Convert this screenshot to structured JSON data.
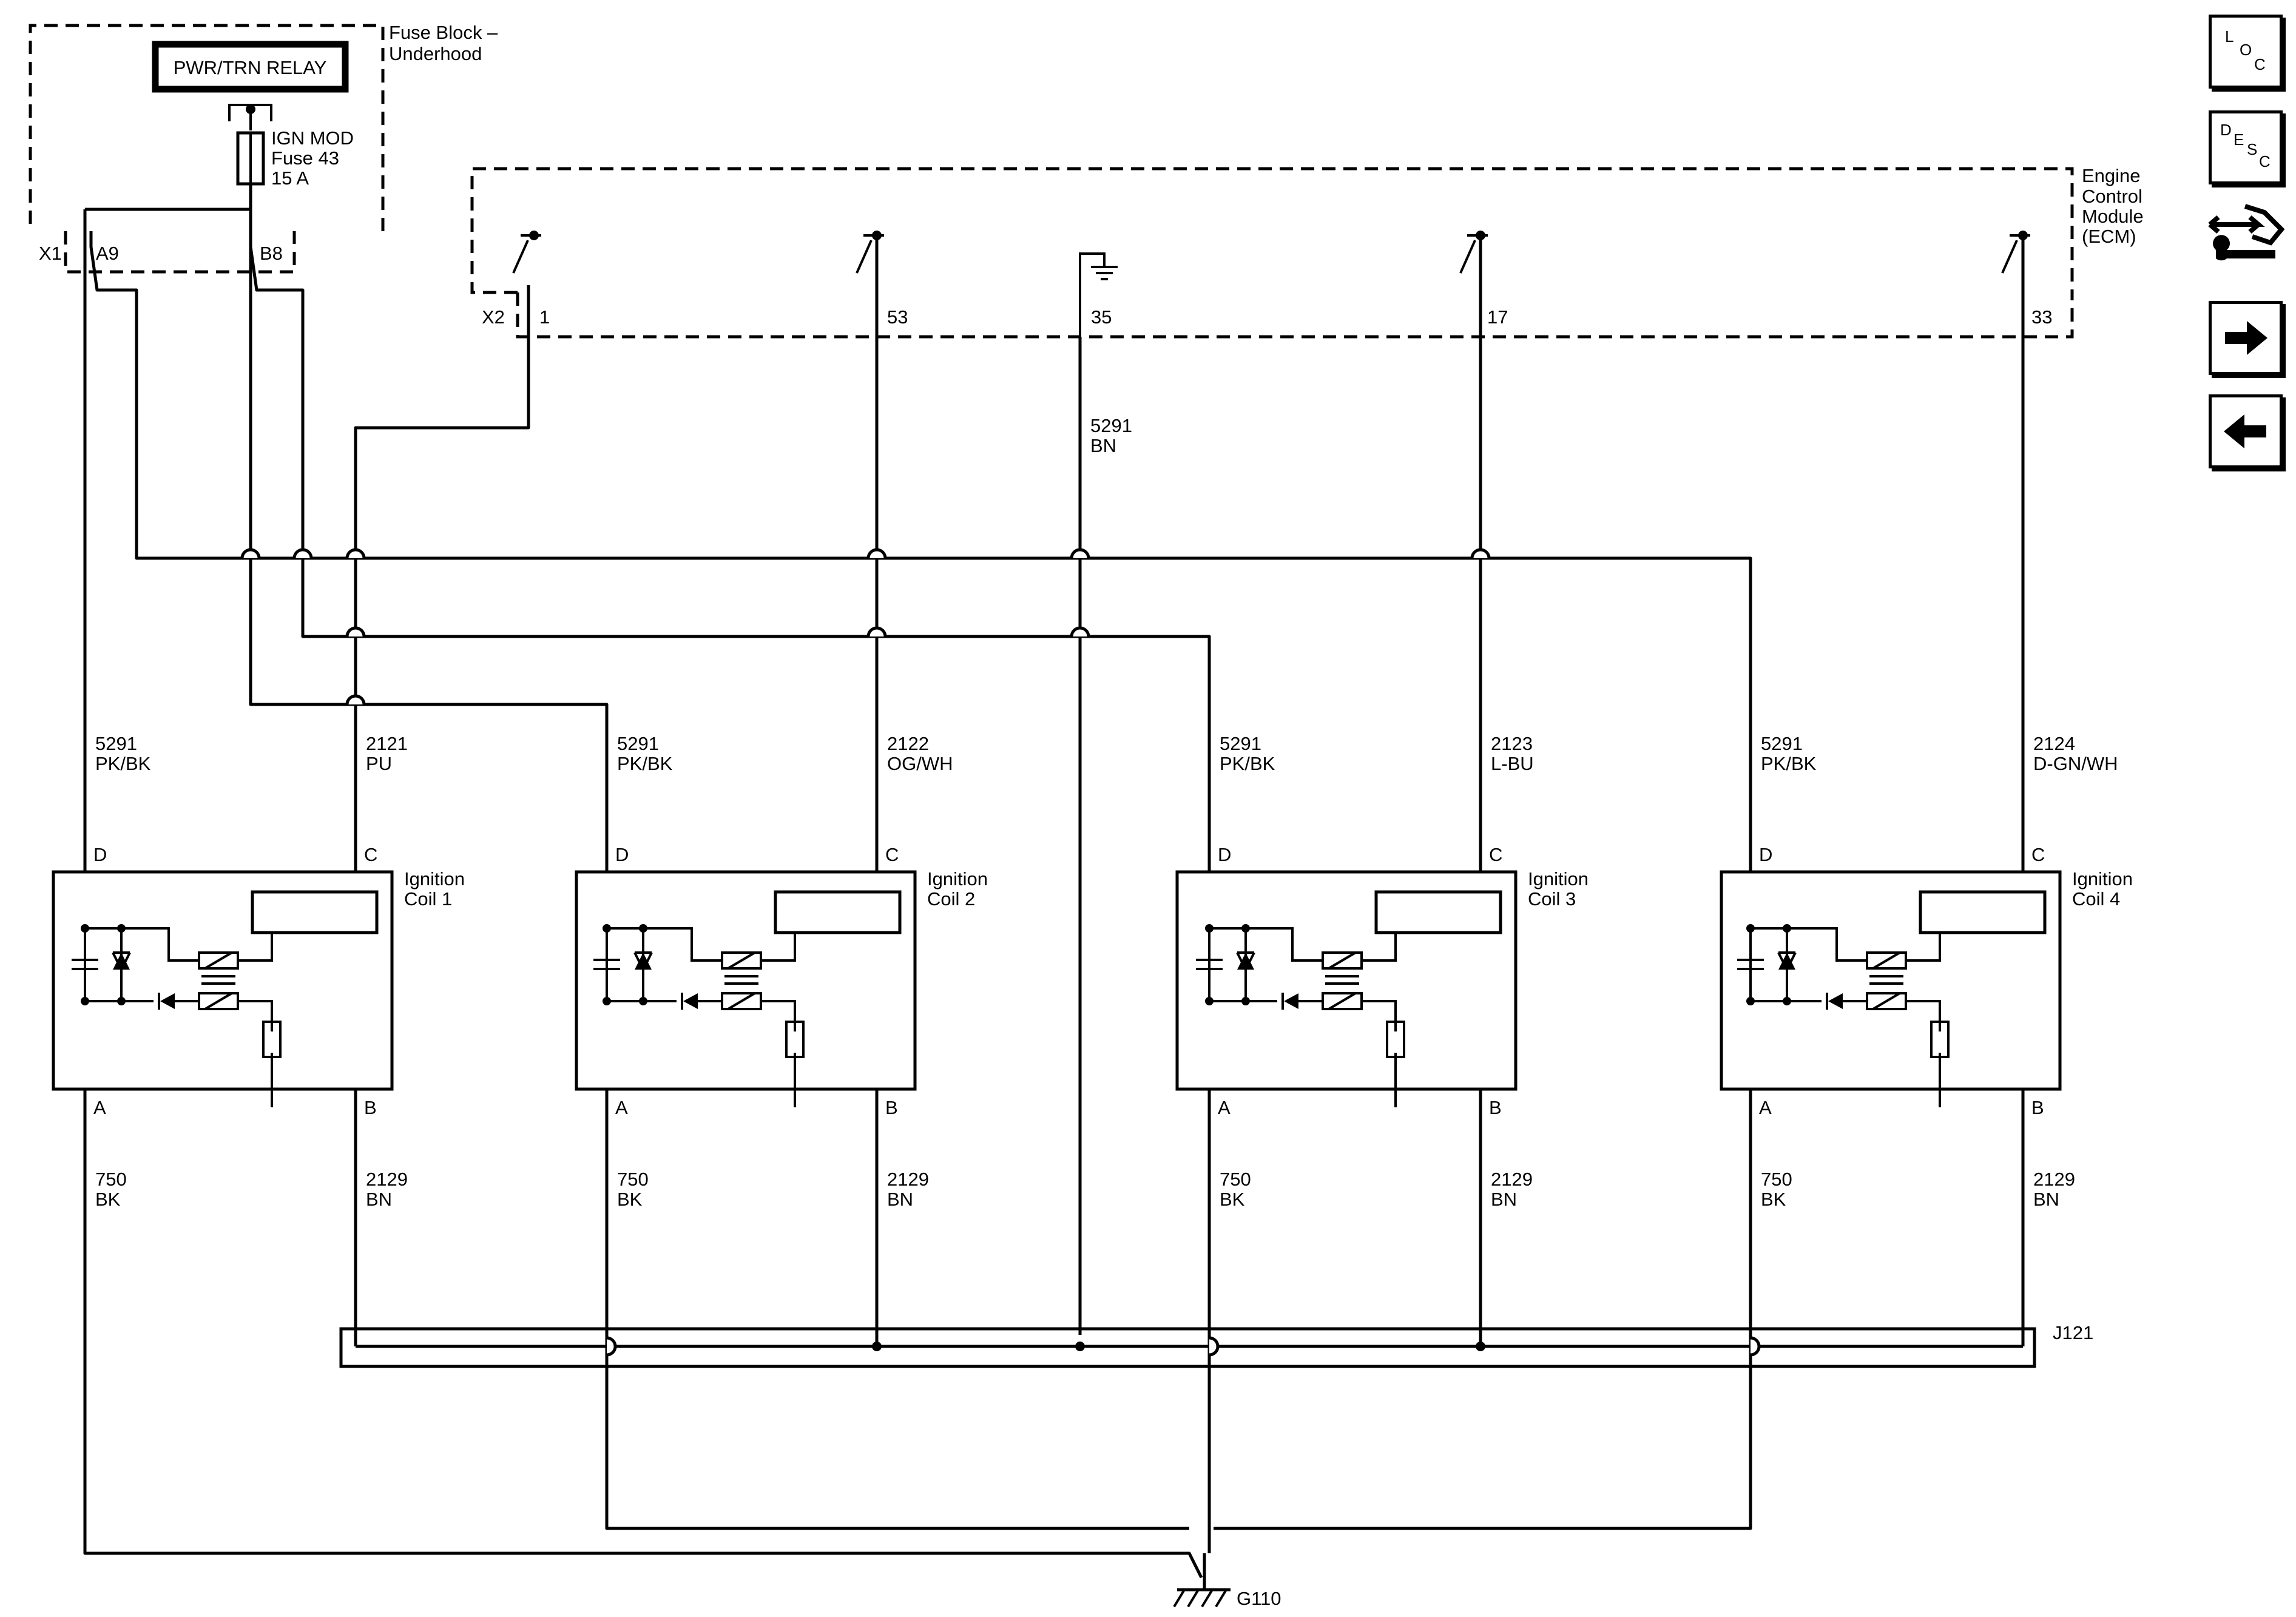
{
  "fuse_block": {
    "title_line1": "Fuse Block –",
    "title_line2": "Underhood",
    "relay": "PWR/TRN RELAY",
    "fuse_line1": "IGN MOD",
    "fuse_line2": "Fuse 43",
    "fuse_line3": "15 A",
    "connector": "X1",
    "pin_left": "A9",
    "pin_right": "B8"
  },
  "ecm": {
    "title_line1": "Engine",
    "title_line2": "Control",
    "title_line3": "Module",
    "title_line4": "(ECM)",
    "connector": "X2",
    "pins": [
      "1",
      "53",
      "35",
      "17",
      "33"
    ]
  },
  "ground_wire": {
    "circuit": "5291",
    "color": "BN"
  },
  "coils": [
    {
      "name_line1": "Ignition",
      "name_line2": "Coil 1",
      "feed_circuit": "5291",
      "feed_color": "PK/BK",
      "ctrl_circuit": "2121",
      "ctrl_color": "PU",
      "pins": {
        "d": "D",
        "c": "C",
        "a": "A",
        "b": "B"
      },
      "gnd_circuit": "750",
      "gnd_color": "BK",
      "ref_circuit": "2129",
      "ref_color": "BN"
    },
    {
      "name_line1": "Ignition",
      "name_line2": "Coil 2",
      "feed_circuit": "5291",
      "feed_color": "PK/BK",
      "ctrl_circuit": "2122",
      "ctrl_color": "OG/WH",
      "pins": {
        "d": "D",
        "c": "C",
        "a": "A",
        "b": "B"
      },
      "gnd_circuit": "750",
      "gnd_color": "BK",
      "ref_circuit": "2129",
      "ref_color": "BN"
    },
    {
      "name_line1": "Ignition",
      "name_line2": "Coil 3",
      "feed_circuit": "5291",
      "feed_color": "PK/BK",
      "ctrl_circuit": "2123",
      "ctrl_color": "L-BU",
      "pins": {
        "d": "D",
        "c": "C",
        "a": "A",
        "b": "B"
      },
      "gnd_circuit": "750",
      "gnd_color": "BK",
      "ref_circuit": "2129",
      "ref_color": "BN"
    },
    {
      "name_line1": "Ignition",
      "name_line2": "Coil 4",
      "feed_circuit": "5291",
      "feed_color": "PK/BK",
      "ctrl_circuit": "2124",
      "ctrl_color": "D-GN/WH",
      "pins": {
        "d": "D",
        "c": "C",
        "a": "A",
        "b": "B"
      },
      "gnd_circuit": "750",
      "gnd_color": "BK",
      "ref_circuit": "2129",
      "ref_color": "BN"
    }
  ],
  "splice": "J121",
  "ground_point": "G110",
  "nav": {
    "loc": {
      "l": "L",
      "o": "O",
      "c": "C",
      "icon": "location-icon"
    },
    "desc": {
      "d": "D",
      "e": "E",
      "s": "S",
      "c": "C",
      "icon": "description-icon"
    },
    "tools_icon": "connector-wrench-icon",
    "next_icon": "arrow-right-icon",
    "prev_icon": "arrow-left-icon"
  }
}
